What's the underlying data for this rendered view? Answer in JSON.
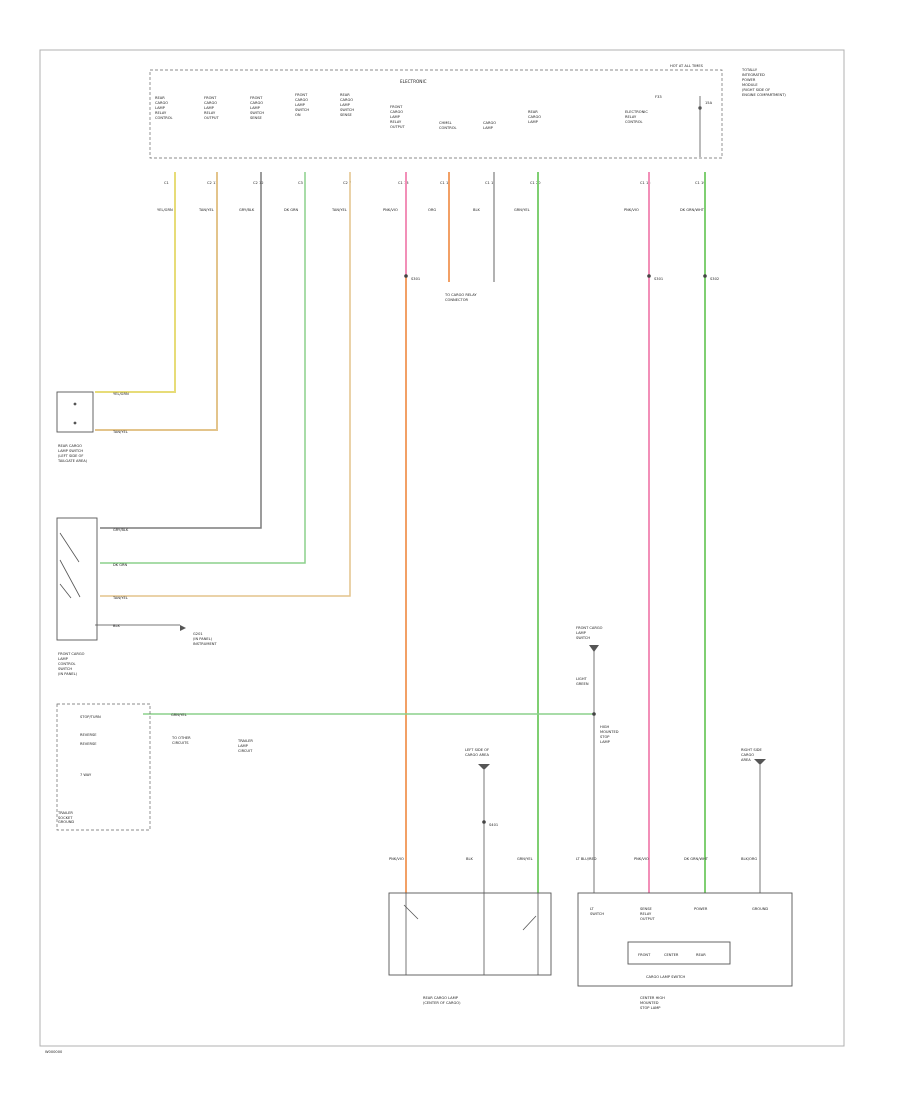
{
  "diagram": {
    "code": "W000000",
    "header_top_right": "HOT AT ALL TIMES",
    "fuse_note": [
      "TOTALLY",
      "INTEGRATED",
      "POWER",
      "MODULE",
      "(RIGHT SIDE OF",
      "ENGINE COMPARTMENT)"
    ],
    "module_center_label": "ELECTRONIC",
    "module_columns": [
      [
        "REAR",
        "CARGO",
        "LAMP",
        "RELAY",
        "CONTROL"
      ],
      [
        "FRONT",
        "CARGO",
        "LAMP",
        "RELAY",
        "OUTPUT"
      ],
      [
        "FRONT",
        "CARGO",
        "LAMP",
        "SWITCH",
        "SENSE"
      ],
      [
        "FRONT",
        "CARGO",
        "LAMP",
        "SWITCH",
        "ON"
      ],
      [
        "REAR",
        "CARGO",
        "LAMP",
        "SWITCH",
        "SENSE"
      ],
      [
        "FRONT",
        "CARGO",
        "LAMP",
        "RELAY",
        "OUTPUT"
      ],
      [
        "CHMSL",
        "CONTROL"
      ],
      [
        "CARGO",
        "LAMP"
      ],
      [
        "REAR",
        "CARGO",
        "LAMP"
      ],
      [
        "ELECTRONIC",
        "RELAY",
        "CONTROL"
      ]
    ],
    "fuse_label": "F33",
    "fuse_amp": "15A",
    "wire_codes_top": [
      "YEL/GRN",
      "TAN/YEL",
      "GRY/BLK",
      "DK GRN",
      "TAN/YEL",
      "PNK/VIO",
      "ORG",
      "BLK",
      "GRN/YEL",
      "PNK/VIO",
      "DK GRN/WHT"
    ],
    "connector_ids": [
      "C1",
      "C2 11",
      "C2 12",
      "C3",
      "C2 7",
      "C1 13",
      "C1 1",
      "C1 1",
      "C1 20",
      "C1 15",
      "C1 19"
    ],
    "splice_labels": [
      "S301",
      "S301",
      "S302"
    ],
    "to_cargo_note": [
      "TO CARGO RELAY",
      "CONNECTOR"
    ],
    "rear_cargo_lamp_switch": {
      "title": [
        "REAR CARGO",
        "LAMP SWITCH",
        "(LEFT SIDE OF",
        "TAILGATE AREA)"
      ],
      "wires": [
        "YEL/GRN",
        "TAN/YEL"
      ]
    },
    "front_cargo_switch": {
      "title": [
        "FRONT CARGO",
        "LAMP",
        "CONTROL",
        "SWITCH",
        "(IN PANEL)"
      ],
      "wires": [
        "GRY/BLK",
        "DK GRN",
        "TAN/YEL",
        "BLK"
      ],
      "ground_label": [
        "G201",
        "(IN PANEL)",
        "INSTRUMENT"
      ]
    },
    "trailer_unit": {
      "title": [
        "TRAILER",
        "SOCKET"
      ],
      "side_label": "7 WAY",
      "pins": [
        "STOP/TURN",
        "REVERSE",
        "REVERSE"
      ],
      "wire": "GRN/YEL",
      "output_note": [
        "TO OTHER",
        "CIRCUITS"
      ],
      "lamp_note": [
        "TRAILER",
        "LAMP",
        "CIRCUIT"
      ]
    },
    "splice_right": {
      "top": [
        "FRONT CARGO",
        "LAMP",
        "SWITCH"
      ],
      "mid": [
        "LIGHT",
        "GREEN"
      ],
      "note": [
        "HIGH",
        "MOUNTED",
        "STOP",
        "LAMP"
      ]
    },
    "center_ground": [
      "LEFT SIDE OF",
      "CARGO AREA"
    ],
    "right_ground": [
      "RIGHT SIDE",
      "CARGO",
      "AREA"
    ],
    "bottom_wire_codes": [
      "PNK/VIO",
      "BLK",
      "GRN/YEL",
      "LT BLU/RED",
      "PNK/VIO",
      "DK GRN/WHT",
      "BLK/ORG"
    ],
    "bottom_splice_labels": [
      "S401"
    ],
    "cargo_lamp_box": {
      "title": [
        "REAR CARGO LAMP",
        "(CENTER OF CARGO)"
      ]
    },
    "chmsl_box": {
      "title": [
        "CENTER HIGH",
        "MOUNTED",
        "STOP LAMP"
      ],
      "inner_labels": [
        "LT",
        "SWITCH",
        "SENSE",
        "RELAY",
        "OUTPUT",
        "POWER",
        "GROUND"
      ],
      "panel_items": [
        "FRONT",
        "CENTER",
        "REAR"
      ],
      "panel_caption": "CARGO LAMP SWITCH"
    },
    "footer_ground": "GROUND",
    "wire_colors": {
      "yellow": "#e7dc78",
      "tan": "#e3c48b",
      "gray": "#7b7b7b",
      "green": "#8bd08b",
      "pink": "#f28fb8",
      "orange": "#f2a066",
      "lightgreen": "#7fcf72"
    }
  }
}
